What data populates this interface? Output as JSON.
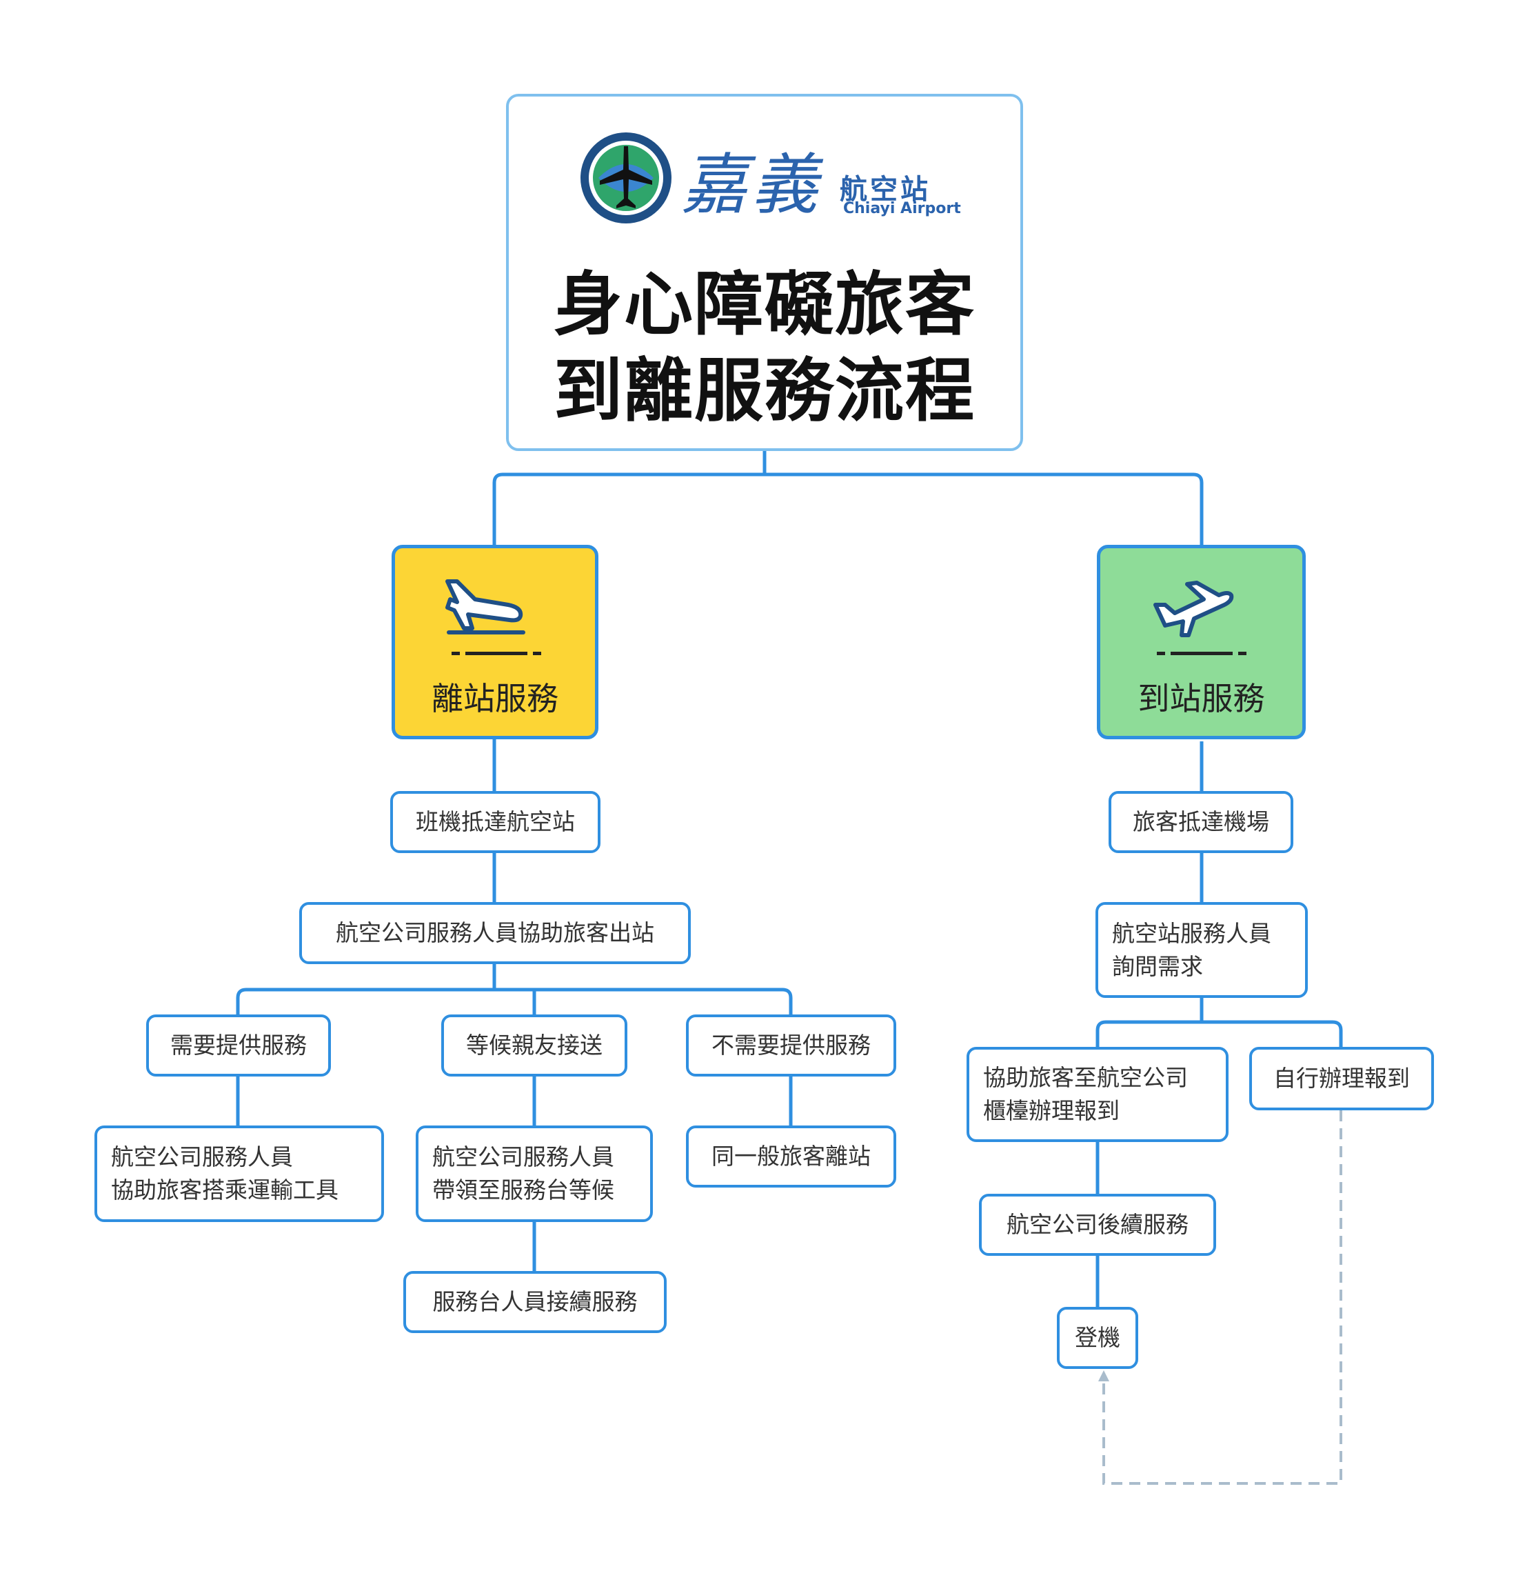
{
  "header": {
    "logo_cn": "嘉義",
    "logo_sub": "航空站",
    "logo_en": "Chiayi Airport",
    "title_line1": "身心障礙旅客",
    "title_line2": "到離服務流程"
  },
  "departure": {
    "label": "離站服務",
    "icon": "plane-landing-icon",
    "color": "#fcd535",
    "step1": "班機抵達航空站",
    "step2": "航空公司服務人員協助旅客出站",
    "branch_a": "需要提供服務",
    "branch_a_result": "航空公司服務人員\n協助旅客搭乘運輸工具",
    "branch_b": "等候親友接送",
    "branch_b_result": "航空公司服務人員\n帶領至服務台等候",
    "branch_b_next": "服務台人員接續服務",
    "branch_c": "不需要提供服務",
    "branch_c_result": "同一般旅客離站"
  },
  "arrival": {
    "label": "到站服務",
    "icon": "plane-takeoff-icon",
    "color": "#8edc98",
    "step1": "旅客抵達機場",
    "step2": "航空站服務人員\n詢問需求",
    "branch_a": "協助旅客至航空公司\n櫃檯辦理報到",
    "branch_a_next": "航空公司後續服務",
    "board": "登機",
    "branch_b": "自行辦理報到"
  },
  "colors": {
    "border": "#2f8fe0",
    "title_border": "#7fc0ee",
    "dashed": "#a9bccc"
  }
}
